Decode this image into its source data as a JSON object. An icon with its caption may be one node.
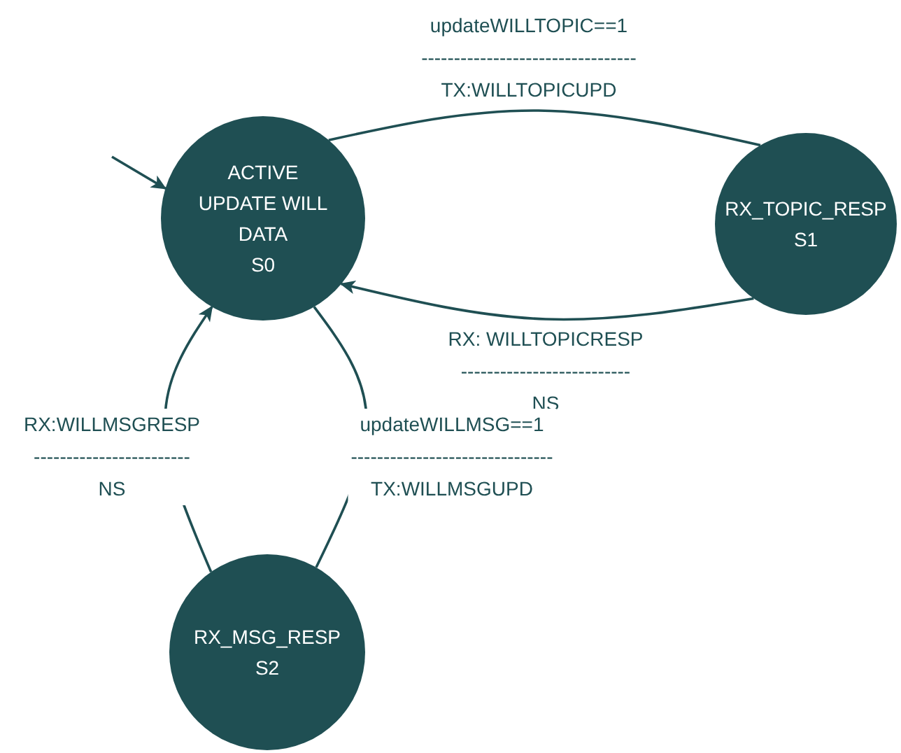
{
  "diagram": {
    "nodes": [
      {
        "text": [
          "ACTIVE UPDATE WILL DATA",
          "S0"
        ]
      },
      {
        "text": [
          "RX_TOPIC_RESP",
          "S1"
        ]
      },
      {
        "text": [
          "RX_MSG_RESP",
          "S2"
        ]
      }
    ],
    "edges": [
      {
        "from": 0,
        "to": 1,
        "arrow": "none",
        "label": "updateWILLTOPIC==1 --------------------------------- TX:WILLTOPICUPD"
      },
      {
        "from": 1,
        "to": 0,
        "arrow": "to",
        "label": "RX: WILLTOPICRESP -------------------------- NS"
      },
      {
        "from": 2,
        "to": 0,
        "arrow": "to",
        "label": "RX:WILLMSGRESP ------------------------ NS"
      },
      {
        "from": 0,
        "to": 2,
        "arrow": "none",
        "label": "updateWILLMSG==1 ------------------------------- TX:WILLMSGUPD"
      },
      {
        "from": null,
        "to": 0,
        "arrow": "to"
      }
    ]
  }
}
